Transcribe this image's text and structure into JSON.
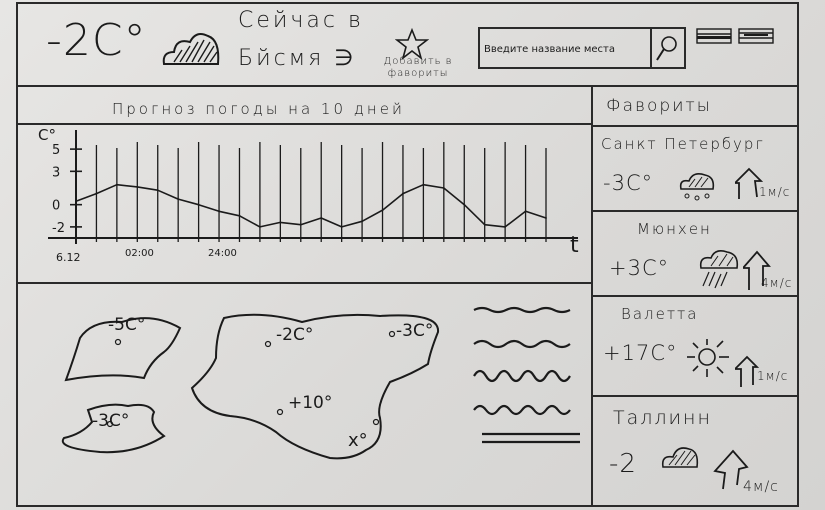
{
  "header": {
    "current_temp": "-2C°",
    "now_line1": "Сейчас в",
    "now_line2": "Бйсмя ∋",
    "add_favorite": "Добавить в фавориты",
    "search_placeholder": "Введите название места",
    "search_icon": "magnifier-icon",
    "flag_icons": [
      "flag-icon",
      "flag-icon"
    ]
  },
  "forecast": {
    "title": "Прогноз погоды на 10 дней",
    "chart_data": {
      "type": "line",
      "y_ticks": [
        "5",
        "3",
        "0",
        "-2"
      ],
      "y_unit": "C°",
      "x_axis_label": "t",
      "x_tick_labels": [
        "6.12",
        "02:00",
        "24:00"
      ],
      "x": [
        0,
        1,
        2,
        3,
        4,
        5,
        6,
        7,
        8,
        9,
        10,
        11,
        12,
        13,
        14,
        15,
        16,
        17,
        18,
        19,
        20,
        21,
        22,
        23
      ],
      "values": [
        0.3,
        1,
        1.8,
        1.6,
        1.3,
        0.5,
        0,
        -0.6,
        -1,
        -2,
        -1.6,
        -1.8,
        -1.2,
        -2,
        -1.5,
        -0.5,
        1,
        1.8,
        1.5,
        0,
        -1.8,
        -2,
        -0.6,
        -1.2
      ],
      "ylim": [
        -3,
        6
      ]
    }
  },
  "map": {
    "temps": [
      "-5C°",
      "-3C°",
      "-2C°",
      "-3C°",
      "+10°",
      "x°"
    ],
    "legend_icons": [
      "wavy-line-icon",
      "wavy-line-icon",
      "wavy-line-icon",
      "wavy-line-icon",
      "double-line-icon"
    ]
  },
  "favorites": {
    "title": "Фавориты",
    "items": [
      {
        "city": "Санкт Петербург",
        "temp": "-3C°",
        "wind": "1м/с",
        "icon": "snow-cloud-icon"
      },
      {
        "city": "Мюнхен",
        "temp": "+3C°",
        "wind": "4м/с",
        "icon": "rain-cloud-icon"
      },
      {
        "city": "Валетта",
        "temp": "+17C°",
        "wind": "1м/с",
        "icon": "sun-icon"
      },
      {
        "city": "Таллинн",
        "temp": "-2",
        "wind": "4м/с",
        "icon": "cloud-icon"
      }
    ]
  },
  "colors": {
    "ink": "#1b1b1b",
    "paper": "#e3e2e0"
  }
}
